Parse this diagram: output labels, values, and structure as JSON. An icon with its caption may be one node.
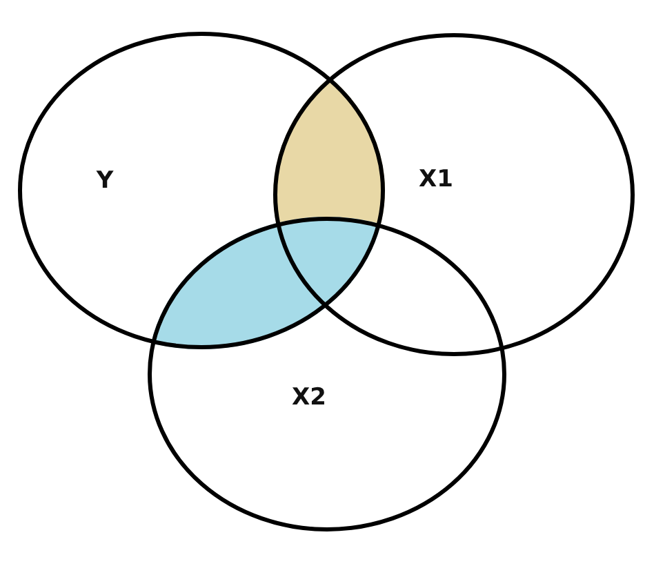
{
  "diagram": {
    "nodes": [
      {
        "text": [
          "Y"
        ]
      },
      {
        "text": [
          "X1"
        ]
      },
      {
        "text": [
          "X2"
        ]
      }
    ],
    "edges": []
  }
}
